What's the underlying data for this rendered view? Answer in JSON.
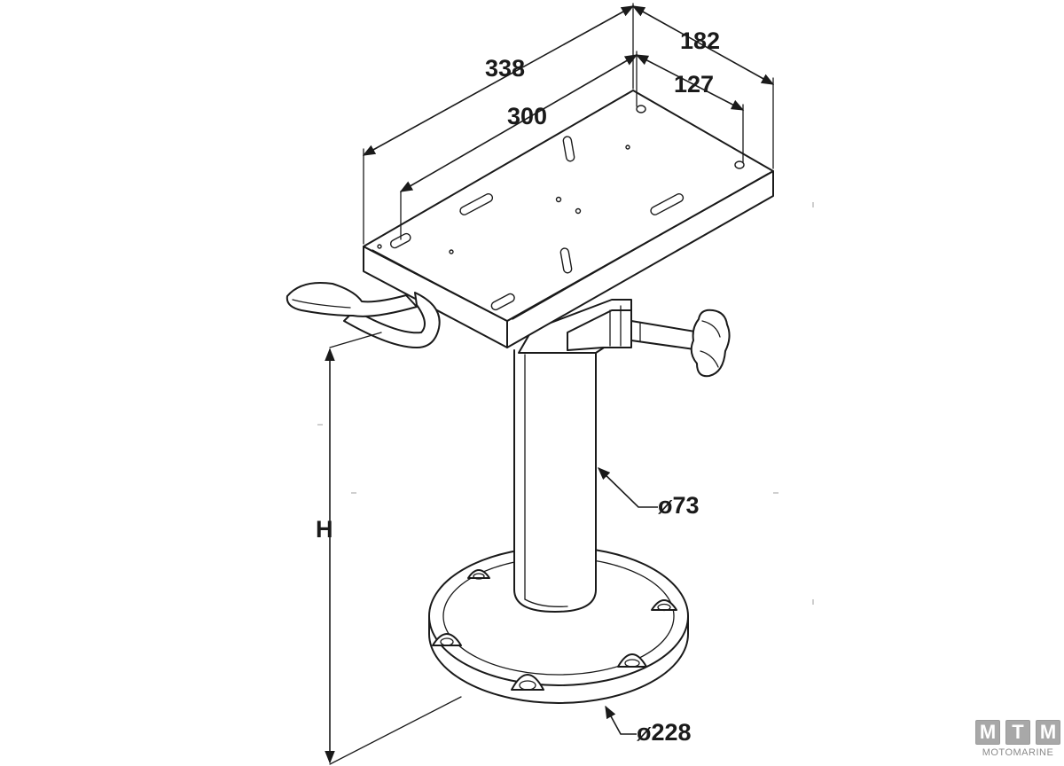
{
  "dimensions": {
    "plate_length": "338",
    "plate_width": "182",
    "hole_length": "300",
    "hole_width": "127",
    "column_diameter": "ø73",
    "base_diameter": "ø228",
    "height": "H"
  },
  "logo": {
    "letters": [
      "M",
      "T",
      "M"
    ],
    "brand": "MOTOMARINE"
  }
}
